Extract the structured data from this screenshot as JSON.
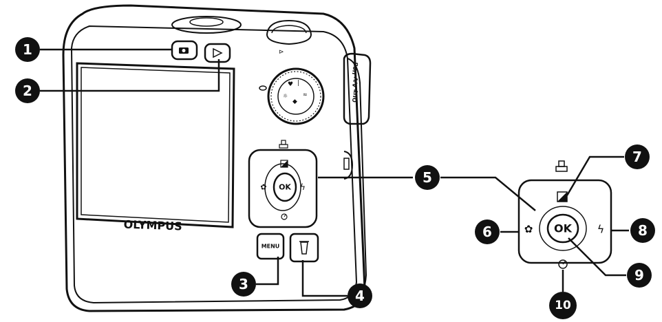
{
  "camera": {
    "brand": "OLYMPUS",
    "connector_label_line1": "USB",
    "connector_label_line2": "A/V",
    "connector_label_line3": "OUT",
    "menu_label": "MENU",
    "ok_label": "OK"
  },
  "callouts": {
    "c1": "1",
    "c2": "2",
    "c3": "3",
    "c4": "4",
    "c5": "5",
    "c6": "6",
    "c7": "7",
    "c8": "8",
    "c9": "9",
    "c10": "10"
  },
  "icons": [
    "play-icon",
    "shooting-icon",
    "trash-icon",
    "print-icon",
    "exposure-icon",
    "macro-icon",
    "flash-icon",
    "selftimer-icon"
  ]
}
